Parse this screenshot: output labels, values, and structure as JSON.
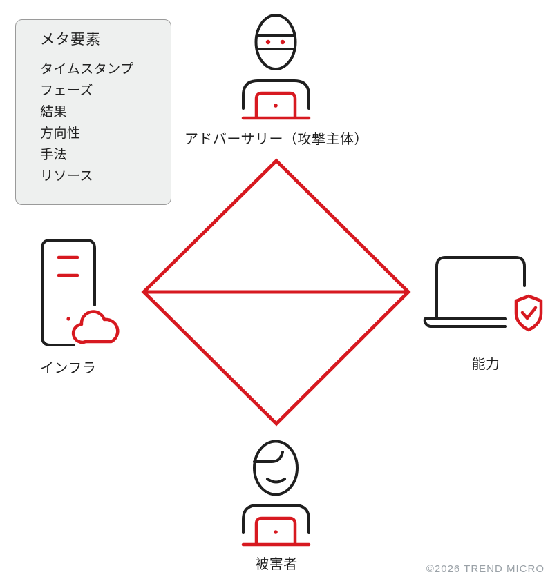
{
  "meta_box": {
    "title": "メタ要素",
    "items": [
      "タイムスタンプ",
      "フェーズ",
      "結果",
      "方向性",
      "手法",
      "リソース"
    ]
  },
  "nodes": {
    "adversary": {
      "label": "アドバーサリー（攻撃主体）",
      "icon": "masked-attacker-laptop-icon"
    },
    "infrastructure": {
      "label": "インフラ",
      "icon": "server-cloud-icon"
    },
    "capability": {
      "label": "能力",
      "icon": "laptop-shield-check-icon"
    },
    "victim": {
      "label": "被害者",
      "icon": "person-laptop-icon"
    }
  },
  "shape": {
    "name": "diamond-with-horizontal-axis"
  },
  "footer": {
    "copyright": "©2026 TREND MICRO"
  },
  "colors": {
    "accent-red": "#d71920",
    "icon-black": "#1f1f1f",
    "panel-bg": "#eef0ef",
    "panel-border": "#9a9a9a",
    "muted-gray": "#9aa1a7"
  }
}
